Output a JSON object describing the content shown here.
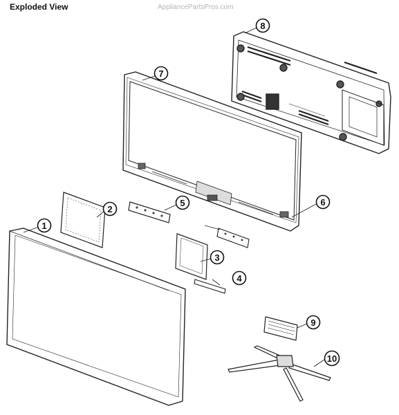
{
  "header": {
    "title": "Exploded View",
    "watermark": "AppliancePartsPros.com"
  },
  "callouts": [
    {
      "id": "1",
      "label": "1"
    },
    {
      "id": "2",
      "label": "2"
    },
    {
      "id": "3",
      "label": "3"
    },
    {
      "id": "4",
      "label": "4"
    },
    {
      "id": "5",
      "label": "5"
    },
    {
      "id": "6",
      "label": "6"
    },
    {
      "id": "7",
      "label": "7"
    },
    {
      "id": "8",
      "label": "8"
    },
    {
      "id": "9",
      "label": "9"
    },
    {
      "id": "10",
      "label": "10"
    }
  ]
}
